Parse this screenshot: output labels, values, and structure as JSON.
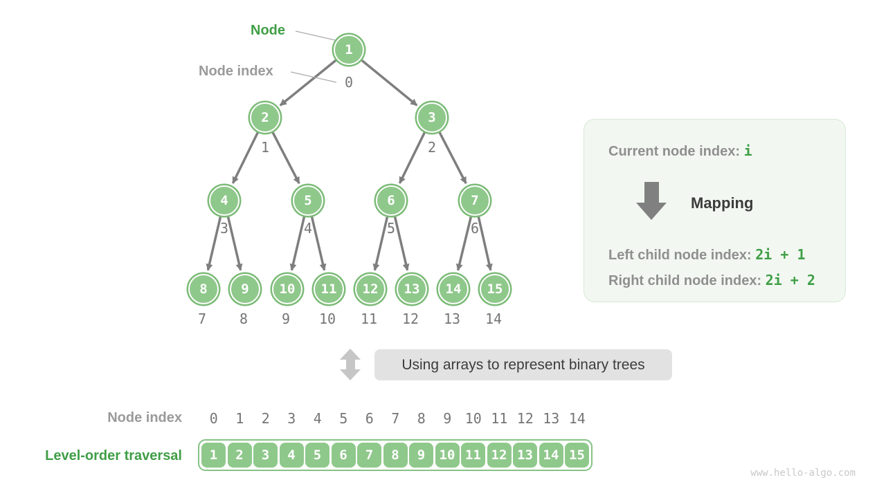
{
  "pointer_labels": {
    "node": "Node",
    "node_index": "Node index"
  },
  "tree": {
    "nodes": [
      {
        "value": "1",
        "index": "0"
      },
      {
        "value": "2",
        "index": "1"
      },
      {
        "value": "3",
        "index": "2"
      },
      {
        "value": "4",
        "index": "3"
      },
      {
        "value": "5",
        "index": "4"
      },
      {
        "value": "6",
        "index": "5"
      },
      {
        "value": "7",
        "index": "6"
      },
      {
        "value": "8",
        "index": "7"
      },
      {
        "value": "9",
        "index": "8"
      },
      {
        "value": "10",
        "index": "9"
      },
      {
        "value": "11",
        "index": "10"
      },
      {
        "value": "12",
        "index": "11"
      },
      {
        "value": "13",
        "index": "12"
      },
      {
        "value": "14",
        "index": "13"
      },
      {
        "value": "15",
        "index": "14"
      }
    ]
  },
  "panel": {
    "current_label": "Current node index: ",
    "current_value": "i",
    "mapping_label": "Mapping",
    "left_label": "Left child node index: ",
    "left_value": "2i + 1",
    "right_label": "Right child node index: ",
    "right_value": "2i + 2"
  },
  "caption": "Using arrays to represent binary trees",
  "bottom": {
    "node_index_label": "Node index",
    "level_order_label": "Level-order traversal",
    "indices": [
      "0",
      "1",
      "2",
      "3",
      "4",
      "5",
      "6",
      "7",
      "8",
      "9",
      "10",
      "11",
      "12",
      "13",
      "14"
    ],
    "values": [
      "1",
      "2",
      "3",
      "4",
      "5",
      "6",
      "7",
      "8",
      "9",
      "10",
      "11",
      "12",
      "13",
      "14",
      "15"
    ]
  },
  "watermark": "www.hello-algo.com",
  "colors": {
    "node_green": "#8FC88B",
    "ring_green": "#7CBB78",
    "accent_green": "#3F9E46",
    "label_gray": "#9A9A9A",
    "mono_gray": "#757575",
    "arrow_gray": "#7E7E7E",
    "panel_bg": "#F2F8F1",
    "panel_border": "#D8E8D6",
    "banner_bg": "#E2E2E2",
    "dark_text": "#3C3C3C"
  }
}
